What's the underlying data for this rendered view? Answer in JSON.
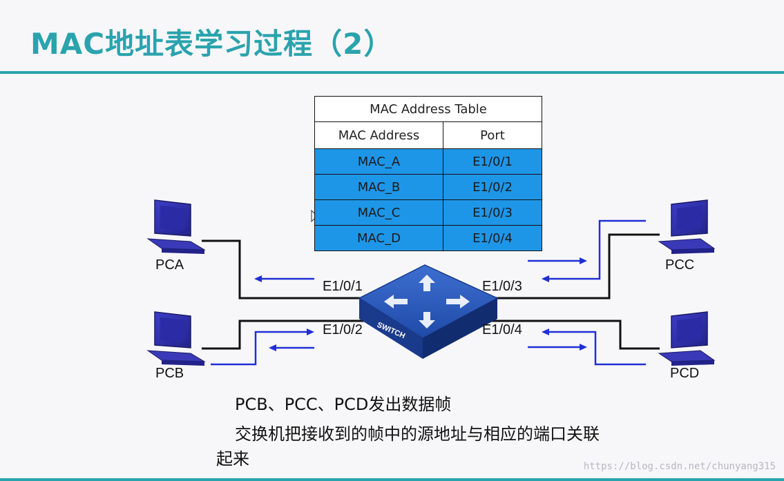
{
  "title": "MAC地址表学习过程（2）",
  "table": {
    "caption": "MAC Address Table",
    "headers": [
      "MAC Address",
      "Port"
    ],
    "rows": [
      [
        "MAC_A",
        "E1/0/1"
      ],
      [
        "MAC_B",
        "E1/0/2"
      ],
      [
        "MAC_C",
        "E1/0/3"
      ],
      [
        "MAC_D",
        "E1/0/4"
      ]
    ]
  },
  "hosts": {
    "pca": "PCA",
    "pcb": "PCB",
    "pcc": "PCC",
    "pcd": "PCD"
  },
  "ports": {
    "p1": "E1/0/1",
    "p2": "E1/0/2",
    "p3": "E1/0/3",
    "p4": "E1/0/4"
  },
  "switch_label": "SWITCH",
  "description": {
    "line1": "PCB、PCC、PCD发出数据帧",
    "line2": "交换机把接收到的帧中的源地址与相应的端口关联",
    "line3": "起来"
  },
  "watermark": "https://blog.csdn.net/chunyang315",
  "colors": {
    "accent": "#2aa3ad",
    "table_fill": "#1e96e8",
    "arrow": "#1f2fd6",
    "pc": "#3a3ab8"
  }
}
